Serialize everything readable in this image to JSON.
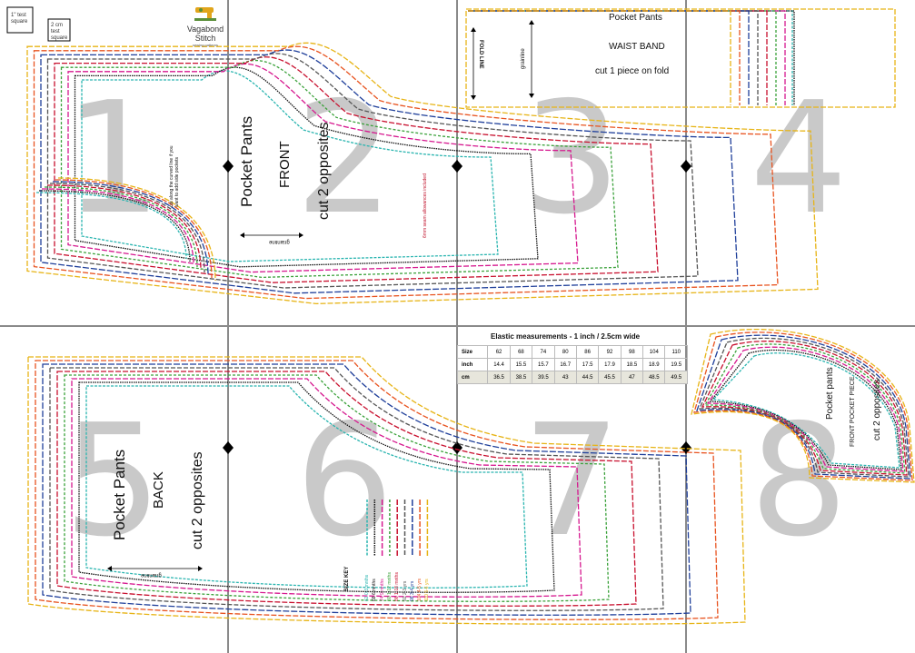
{
  "logo": {
    "name": "Vagabond Stitch",
    "tagline": "sewing patterns"
  },
  "test_squares": {
    "inch": "1\" test square",
    "cm": "2 cm test square"
  },
  "page_numbers": [
    "1",
    "2",
    "3",
    "4",
    "5",
    "6",
    "7",
    "8"
  ],
  "front": {
    "title": "Pocket Pants",
    "subtitle": "FRONT",
    "instruction": "cut 2 opposites",
    "grainline": "grainline",
    "seam_note": "6mm seam allowances included",
    "pocket_note": "cut along the curved line if you want to add side pockets"
  },
  "waistband": {
    "title": "Pocket Pants",
    "subtitle": "WAIST BAND",
    "instruction": "cut 1 piece on fold",
    "fold_line": "FOLD LINE",
    "grainline": "grainline"
  },
  "back": {
    "title": "Pocket Pants",
    "subtitle": "BACK",
    "instruction": "cut 2 opposites",
    "grainline": "grainline"
  },
  "pocket": {
    "title": "Pocket pants",
    "subtitle": "FRONT POCKET PIECE",
    "instruction": "cut 2 opposites"
  },
  "elastic": {
    "title": "Elastic measurements - 1 inch / 2.5cm wide",
    "rows": [
      {
        "label": "Size",
        "values": [
          "62",
          "68",
          "74",
          "80",
          "86",
          "92",
          "98",
          "104",
          "110"
        ]
      },
      {
        "label": "inch",
        "values": [
          "14.4",
          "15.5",
          "15.7",
          "16.7",
          "17.5",
          "17.9",
          "18.5",
          "18.9",
          "19.5"
        ]
      },
      {
        "label": "cm",
        "values": [
          "36.5",
          "38.5",
          "39.5",
          "43",
          "44.5",
          "45.5",
          "47",
          "48.5",
          "49.5"
        ]
      }
    ]
  },
  "size_key": {
    "title": "SIZE KEY",
    "items": [
      {
        "label": "62 0-3 mnths",
        "color": "#2bb5b0"
      },
      {
        "label": "68 6 mnths",
        "color": "#111111"
      },
      {
        "label": "74 9 mnths",
        "color": "#d6188f"
      },
      {
        "label": "80 1-12 mnths",
        "color": "#3aa13a"
      },
      {
        "label": "86 1-18 mnths",
        "color": "#c8102e"
      },
      {
        "label": "92 2-3 yrs",
        "color": "#555555"
      },
      {
        "label": "98 3-4 yrs",
        "color": "#1f3f9a"
      },
      {
        "label": "104 4-5 yrs",
        "color": "#e8531f"
      },
      {
        "label": "110 5-6 yrs",
        "color": "#e7b416"
      }
    ]
  }
}
